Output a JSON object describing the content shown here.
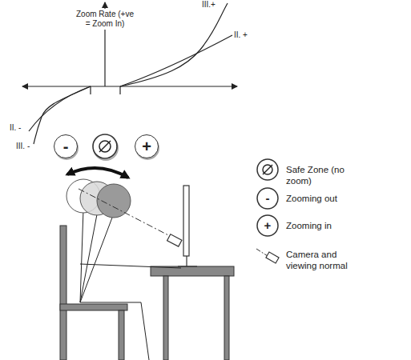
{
  "diagram": {
    "nodes": [
      {
        "text": [
          "-"
        ]
      },
      {
        "text": [
          "+"
        ]
      }
    ],
    "labels": [
      "Zoom Rate (+ve = Zoom In)",
      "III.+",
      "II. +",
      "II. -",
      "III. -",
      "-",
      "+"
    ],
    "legend": [
      {
        "text": "Safe Zone (no zoom)"
      },
      {
        "text": "Zooming out"
      },
      {
        "text": "Zooming in"
      },
      {
        "text": "Camera and viewing normal"
      }
    ]
  }
}
